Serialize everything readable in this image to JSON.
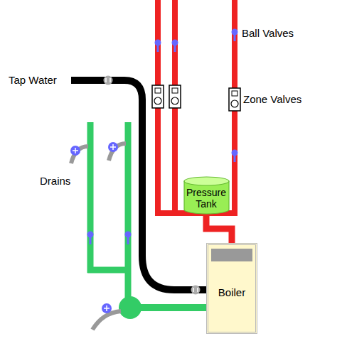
{
  "diagram": {
    "nodes": [
      {
        "text": [
          "Pressure Tank"
        ]
      },
      {
        "text": [
          "Boiler"
        ]
      }
    ],
    "edges": [
      {
        "from": 1,
        "to": 0,
        "arrow": "none"
      }
    ],
    "labels": [
      "Ball Valves",
      "Tap Water",
      "Zone Valves",
      "Drains"
    ]
  }
}
